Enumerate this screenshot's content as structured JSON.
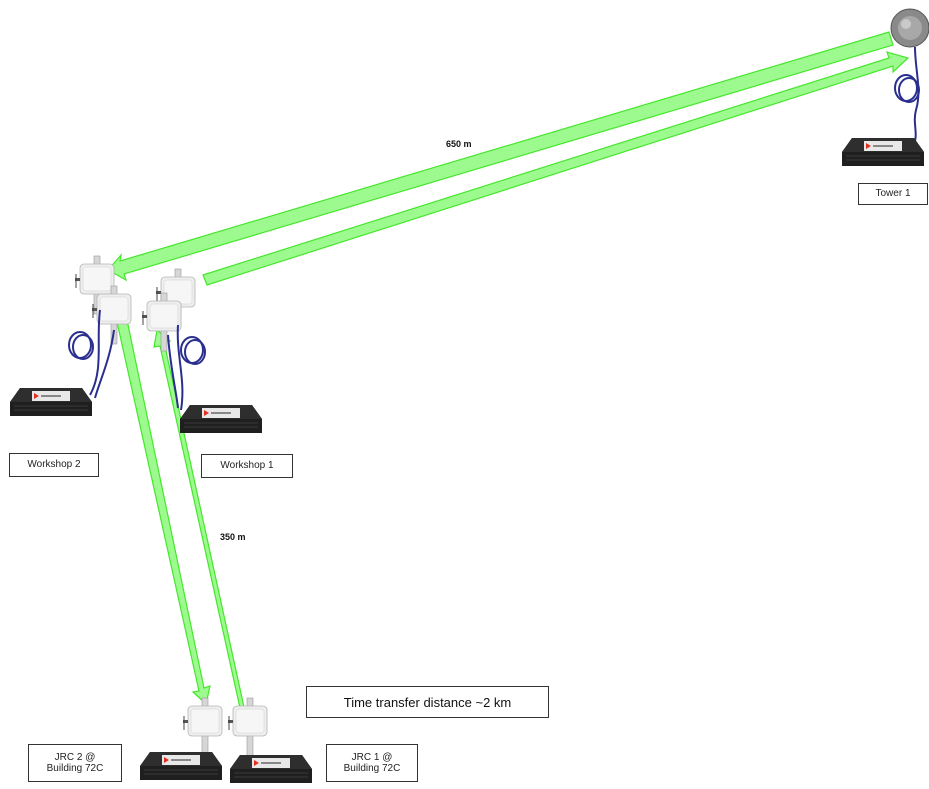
{
  "distances": {
    "long_link": "650 m",
    "short_link": "350 m"
  },
  "summary": "Time transfer distance ~2 km",
  "sites": {
    "tower": "Tower 1",
    "workshop2": "Workshop 2",
    "workshop1": "Workshop 1",
    "jrc2": "JRC 2 @ Building 72C",
    "jrc1": "JRC 1 @ Building 72C"
  },
  "colors": {
    "link_fill": "#9dfa8f",
    "link_stroke": "#46e62d",
    "fiber": "#2a2f8f",
    "device_body": "#1c1c1c",
    "device_badge": "#e03020",
    "radio": "#e8e8e8"
  }
}
